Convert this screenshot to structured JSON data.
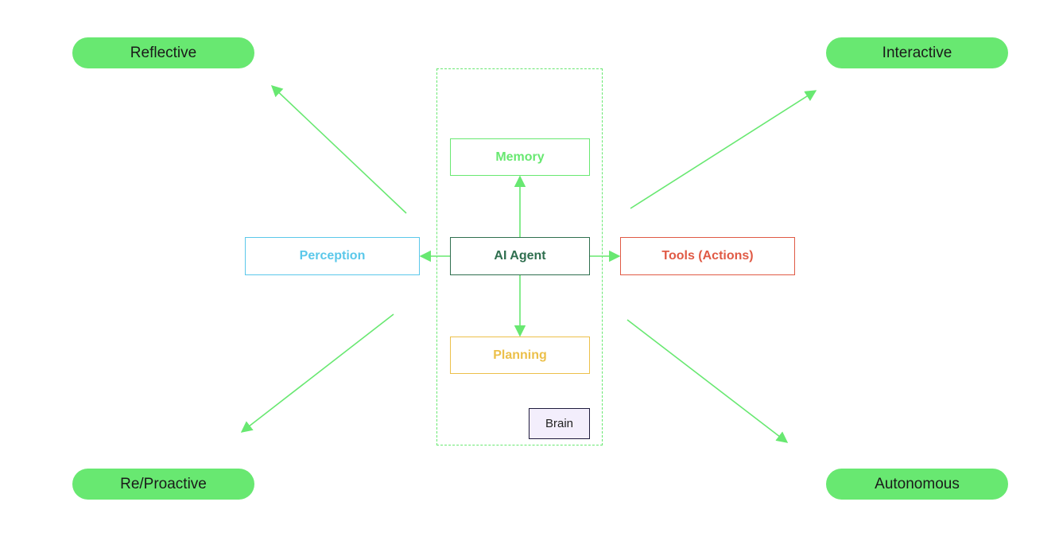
{
  "qualities": {
    "reflective": "Reflective",
    "interactive": "Interactive",
    "proactive": "Re/Proactive",
    "autonomous": "Autonomous"
  },
  "components": {
    "memory": "Memory",
    "agent": "AI Agent",
    "perception": "Perception",
    "tools": "Tools (Actions)",
    "planning": "Planning"
  },
  "brain": {
    "label": "Brain"
  },
  "colors": {
    "accent": "#68e871",
    "memory": "#68e871",
    "agent": "#2f6f4f",
    "perception": "#5bc8ea",
    "tools": "#e05a45",
    "planning": "#ecc04a",
    "brain_fill": "#f3eefc",
    "brain_border": "#1f1b3d"
  }
}
